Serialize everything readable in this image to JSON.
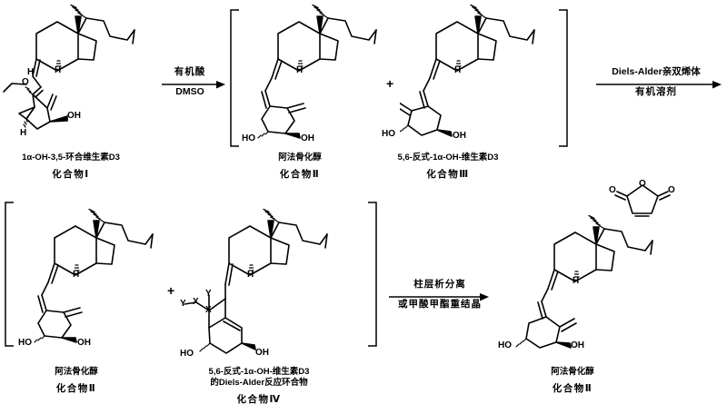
{
  "scheme": {
    "title_implied": "Alfacalcidol synthesis reaction scheme",
    "plus_symbol": "+",
    "compounds": [
      {
        "id": "compound-1",
        "name": "1α-OH-3,5-环合维生素D3",
        "number": "化合物Ⅰ",
        "atoms": {
          "methoxy_o": "O",
          "hydroxyl": "OH",
          "h1": "H",
          "h2": "H",
          "h3": "H"
        }
      },
      {
        "id": "compound-2",
        "name": "阿法骨化醇",
        "number": "化合物Ⅱ",
        "atoms": {
          "ho": "HO",
          "oh": "OH",
          "h1": "H"
        }
      },
      {
        "id": "compound-3",
        "name": "5,6-反式-1α-OH-维生素D3",
        "number": "化合物Ⅲ",
        "atoms": {
          "ho": "HO",
          "oh": "OH",
          "h1": "H"
        }
      },
      {
        "id": "compound-2b",
        "name": "阿法骨化醇",
        "number": "化合物Ⅱ",
        "atoms": {
          "ho": "HO",
          "oh": "OH",
          "h1": "H"
        }
      },
      {
        "id": "compound-4",
        "name_line1": "5,6-反式-1α-OH-维生素D3",
        "name_line2": "的Diels-Alder反应环合物",
        "number": "化合物Ⅳ",
        "atoms": {
          "ho": "HO",
          "oh": "OH",
          "h1": "H",
          "x1": "X",
          "x2": "X",
          "y1": "Y",
          "y2": "Y"
        }
      },
      {
        "id": "compound-2c",
        "name": "阿法骨化醇",
        "number": "化合物Ⅱ",
        "atoms": {
          "ho": "HO",
          "oh": "OH",
          "h1": "H"
        }
      },
      {
        "id": "maleic-anhydride",
        "atoms": {
          "o_left": "O",
          "o_top": "O",
          "o_right": "O"
        }
      }
    ],
    "arrows": [
      {
        "id": "arrow-1",
        "above": "有机酸",
        "below": "DMSO"
      },
      {
        "id": "arrow-2",
        "above": "Diels-Alder亲双烯体",
        "below": "有机溶剂"
      },
      {
        "id": "arrow-3",
        "above": "柱层析分离",
        "below": "或甲酸甲酯重结晶"
      }
    ],
    "colors": {
      "line": "#000000",
      "background": "#ffffff"
    }
  }
}
